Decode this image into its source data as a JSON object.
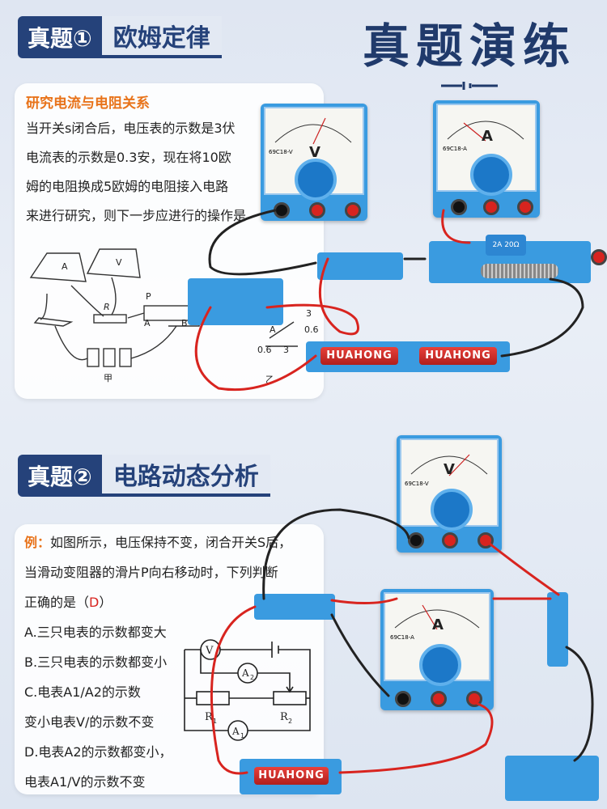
{
  "header1": {
    "badge": "真题①",
    "title": "欧姆定律"
  },
  "main_title": "真题演练",
  "card1": {
    "heading": "研究电流与电阻关系",
    "lines": [
      "当开关s闭合后，电压表的示数是3伏",
      "电流表的示数是0.3安，现在将10欧",
      "姆的电阻换成5欧姆的电阻接入电路",
      "来进行研究，则下一步应进行的操作是"
    ],
    "diagram_labels": {
      "a": "A",
      "v": "V",
      "p": "P",
      "r": "R",
      "a2": "A",
      "b": "B",
      "jia": "甲",
      "yi": "乙",
      "s06": "0.6",
      "s3": "3",
      "s3b": "3",
      "s06b": "0.6",
      "amark": "A"
    }
  },
  "header2": {
    "badge": "真题②",
    "title": "电路动态分析"
  },
  "card2": {
    "lead": "例：",
    "line1": "如图所示，电压保持不变，闭合开关S后，",
    "line2": "当滑动变阻器的滑片P向右移动时，下列判断",
    "line3_pre": "正确的是（",
    "answer": "D",
    "line3_post": "）",
    "options": [
      "A.三只电表的示数都变大",
      "B.三只电表的示数都变小",
      "C.电表A1/A2的示数",
      "变小电表V/的示数不变",
      "D.电表A2的示数都变小，",
      "电表A1/V的示数不变"
    ],
    "circuit": {
      "v": "V",
      "a2": "A",
      "a2sub": "2",
      "r1": "R",
      "r1sub": "1",
      "r2": "R",
      "r2sub": "2",
      "a1": "A",
      "a1sub": "1"
    }
  },
  "meters": {
    "v1": {
      "letter": "V",
      "model": "69C18-V"
    },
    "a1": {
      "letter": "A",
      "model": "69C18-A"
    },
    "v2": {
      "letter": "V",
      "model": "69C18-V"
    },
    "a2": {
      "letter": "A",
      "model": "69C18-A"
    }
  },
  "battery_label": "HUAHONG",
  "rheostat_label": "2A 20Ω"
}
